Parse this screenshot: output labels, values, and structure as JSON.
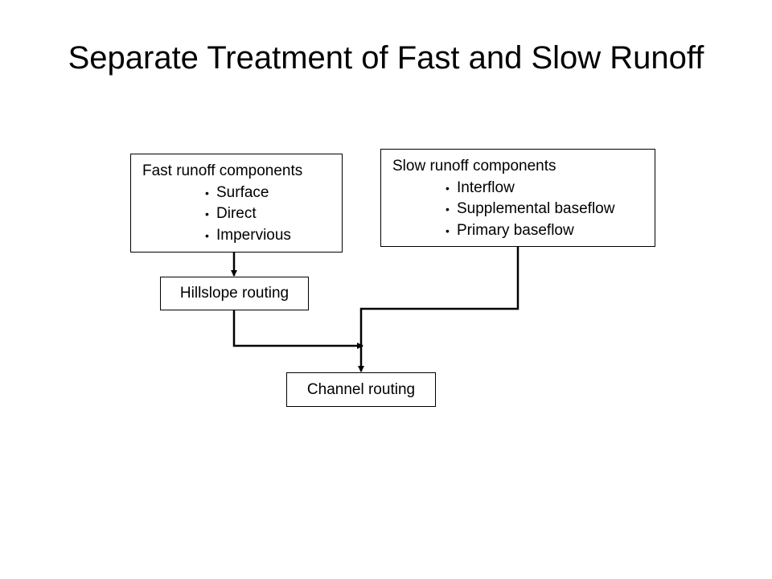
{
  "title": "Separate Treatment of Fast and Slow Runoff",
  "fast_box": {
    "heading": "Fast runoff components",
    "items": [
      "Surface",
      "Direct",
      "Impervious"
    ]
  },
  "slow_box": {
    "heading": "Slow runoff components",
    "items": [
      "Interflow",
      "Supplemental baseflow",
      "Primary baseflow"
    ]
  },
  "hillslope_box": {
    "label": "Hillslope routing"
  },
  "channel_box": {
    "label": "Channel routing"
  },
  "bullet_glyph": "•",
  "colors": {
    "line": "#000000",
    "background": "#ffffff"
  }
}
